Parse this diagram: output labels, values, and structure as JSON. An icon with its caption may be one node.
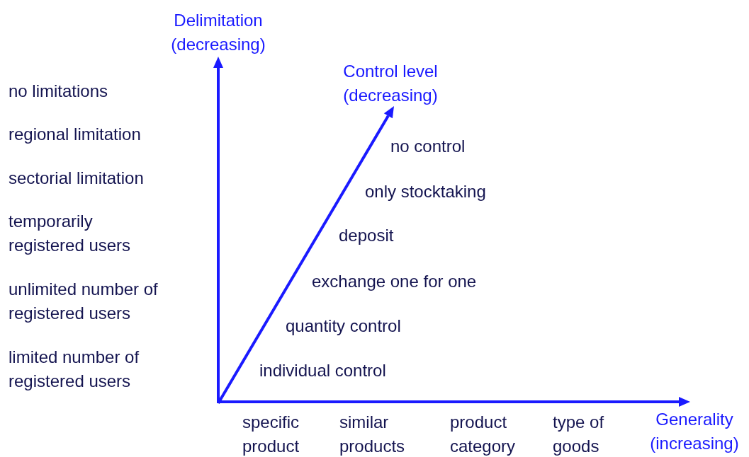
{
  "diagram": {
    "labels": [
      "Delimitation (decreasing)",
      "Control level (decreasing)",
      "no limitations",
      "regional limitation",
      "sectorial limitation",
      "temporarily registered users",
      "unlimited number of registered users",
      "limited number of registered users",
      "no control",
      "only stocktaking",
      "deposit",
      "exchange one for one",
      "quantity control",
      "individual control",
      "specific product",
      "similar products",
      "product category",
      "type of goods",
      "Generality (increasing)"
    ]
  }
}
